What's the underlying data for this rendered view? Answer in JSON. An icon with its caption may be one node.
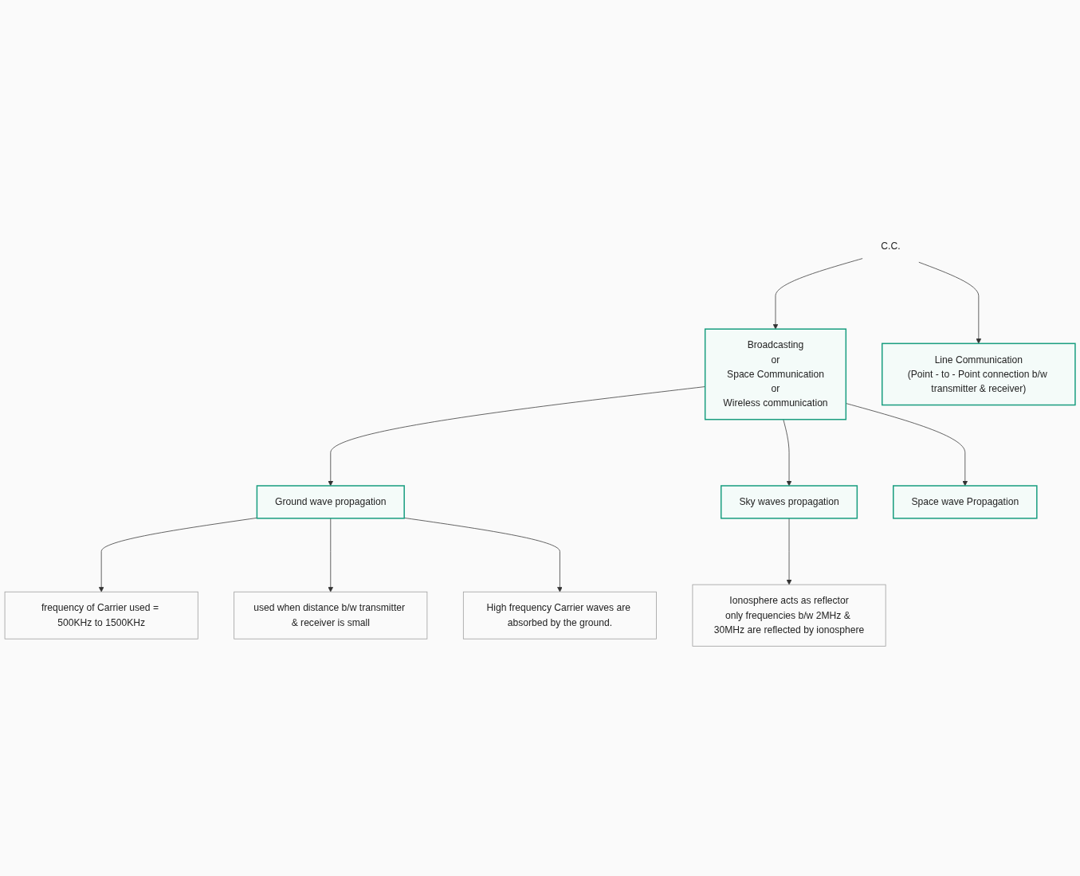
{
  "diagram": {
    "nodes": [
      {
        "text": [
          "C.C."
        ]
      },
      {
        "text": [
          "Line Communication",
          "(Point - to - Point connection b/w transmitter & receiver)"
        ]
      },
      {
        "text": [
          "Broadcasting",
          "or",
          "Space Communication",
          "or",
          "Wireless communication"
        ]
      },
      {
        "text": [
          "Ground wave propagation"
        ]
      },
      {
        "text": [
          "Sky waves propagation"
        ]
      },
      {
        "text": [
          "Space wave Propagation"
        ]
      },
      {
        "text": [
          "frequency of Carrier used = 500KHz to 1500KHz"
        ]
      },
      {
        "text": [
          "used when distance b/w transmitter & receiver is small"
        ]
      },
      {
        "text": [
          "High frequency Carrier waves are absorbed by the ground."
        ]
      },
      {
        "text": [
          "Ionosphere acts as reflector",
          "only frequencies b/w 2MHz & 30MHz are reflected by ionosphere"
        ]
      }
    ],
    "edges": [
      {
        "from": 0,
        "to": 1,
        "arrow": "to"
      },
      {
        "from": 0,
        "to": 2,
        "arrow": "to"
      },
      {
        "from": 2,
        "to": 3,
        "arrow": "to"
      },
      {
        "from": 2,
        "to": 4,
        "arrow": "to"
      },
      {
        "from": 2,
        "to": 5,
        "arrow": "to"
      },
      {
        "from": 3,
        "to": 6,
        "arrow": "to"
      },
      {
        "from": 3,
        "to": 7,
        "arrow": "to"
      },
      {
        "from": 3,
        "to": 8,
        "arrow": "to"
      },
      {
        "from": 4,
        "to": 9,
        "arrow": "to"
      }
    ]
  }
}
